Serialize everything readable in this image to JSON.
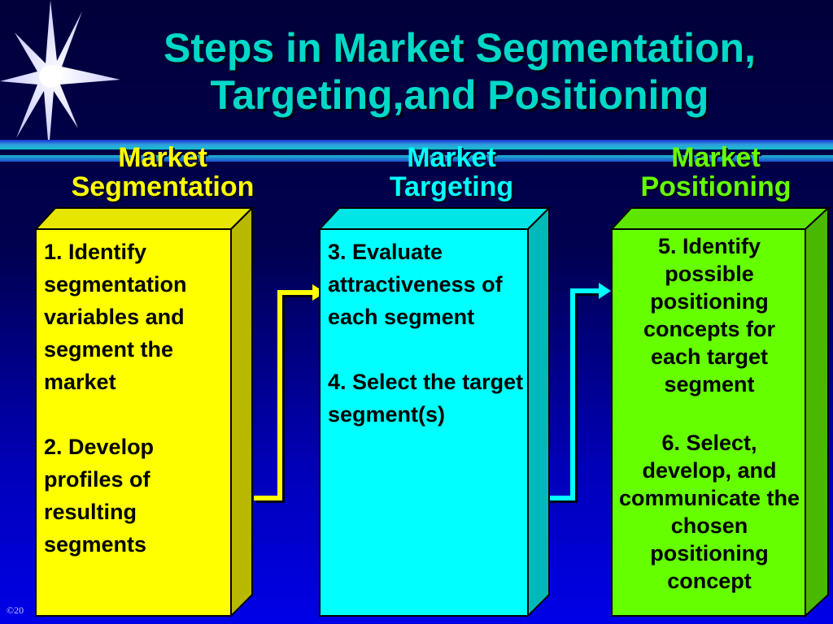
{
  "title_line1": "Steps in Market Segmentation,",
  "title_line2": "Targeting,and Positioning",
  "copyright": "©20",
  "colors": {
    "segmentation": "#ffff00",
    "targeting": "#00ffff",
    "positioning": "#66ff00",
    "title": "#00d8c8"
  },
  "columns": [
    {
      "header_line1": "Market",
      "header_line2": "Segmentation",
      "steps": [
        "1.  Identify segmentation variables and segment the market",
        "2.  Develop profiles of resulting segments"
      ]
    },
    {
      "header_line1": "Market",
      "header_line2": "Targeting",
      "steps": [
        "3.  Evaluate attractiveness of each segment",
        "4.  Select the target segment(s)"
      ]
    },
    {
      "header_line1": "Market",
      "header_line2": "Positioning",
      "steps": [
        "5.  Identify possible positioning concepts for each target segment",
        "6.  Select, develop, and communicate the chosen positioning concept"
      ]
    }
  ]
}
